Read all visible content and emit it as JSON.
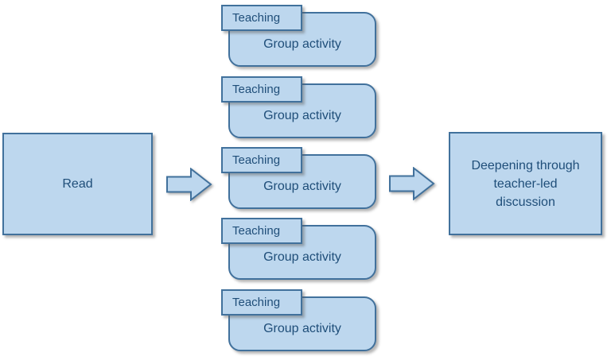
{
  "diagram": {
    "background": "#FFFFFF",
    "colors": {
      "shape_fill": "#BDD7EE",
      "shape_border": "#41719C",
      "shape_text": "#1F4E79"
    },
    "read_box": {
      "label": "Read"
    },
    "sequence_pairs": [
      {
        "teaching": "Teaching",
        "group_activity": "Group activity"
      },
      {
        "teaching": "Teaching",
        "group_activity": "Group activity"
      },
      {
        "teaching": "Teaching",
        "group_activity": "Group activity"
      },
      {
        "teaching": "Teaching",
        "group_activity": "Group activity"
      },
      {
        "teaching": "Teaching",
        "group_activity": "Group activity"
      }
    ],
    "arrows": [
      {
        "name": "right-arrow-1"
      },
      {
        "name": "right-arrow-2"
      }
    ],
    "end_box": {
      "label": "Deepening through teacher-led discussion",
      "lines": [
        "Deepening through",
        "teacher-led",
        "discussion"
      ]
    }
  }
}
